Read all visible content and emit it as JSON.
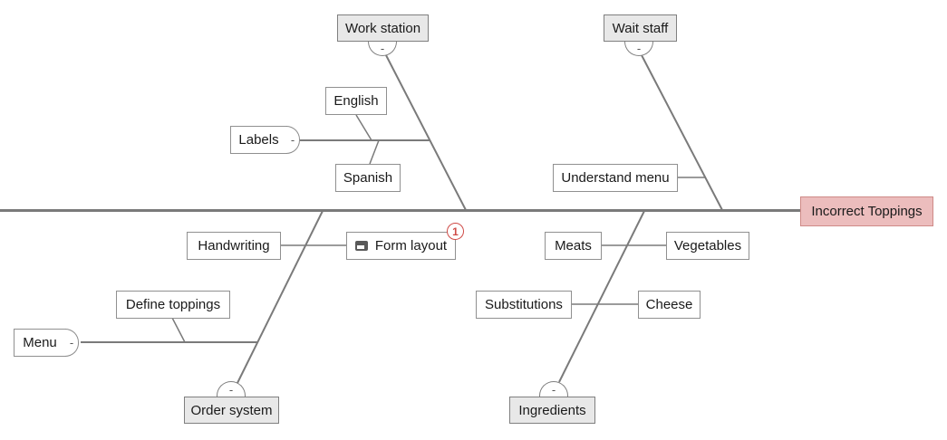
{
  "diagram_type": "fishbone-cause-effect",
  "effect": {
    "label": "Incorrect Toppings"
  },
  "categories": [
    {
      "label": "Work station",
      "position": "top",
      "collapse": "-"
    },
    {
      "label": "Wait staff",
      "position": "top",
      "collapse": "-"
    },
    {
      "label": "Order system",
      "position": "bottom",
      "collapse": "-"
    },
    {
      "label": "Ingredients",
      "position": "bottom",
      "collapse": "-"
    }
  ],
  "causes": [
    {
      "label": "English",
      "parent": "Labels"
    },
    {
      "label": "Labels",
      "parent": "Work station",
      "collapse": "-"
    },
    {
      "label": "Spanish",
      "parent": "Labels"
    },
    {
      "label": "Understand menu",
      "parent": "Wait staff"
    },
    {
      "label": "Handwriting",
      "parent": "Order system"
    },
    {
      "label": "Form layout",
      "parent": "Order system",
      "badge": "1",
      "icon": "comment-icon"
    },
    {
      "label": "Meats",
      "parent": "Ingredients"
    },
    {
      "label": "Vegetables",
      "parent": "Ingredients"
    },
    {
      "label": "Define toppings",
      "parent": "Menu"
    },
    {
      "label": "Substitutions",
      "parent": "Ingredients"
    },
    {
      "label": "Cheese",
      "parent": "Ingredients"
    },
    {
      "label": "Menu",
      "parent": "Order system",
      "collapse": "-"
    }
  ],
  "colors": {
    "line": "#7a7a7a",
    "category_fill": "#e8e8e8",
    "category_border": "#7f7f7f",
    "cause_fill": "#ffffff",
    "cause_border": "#909090",
    "effect_fill": "#ecbdbd",
    "effect_border": "#cf8a87",
    "badge_red": "#cf4b47",
    "text": "#1a1a1a"
  }
}
